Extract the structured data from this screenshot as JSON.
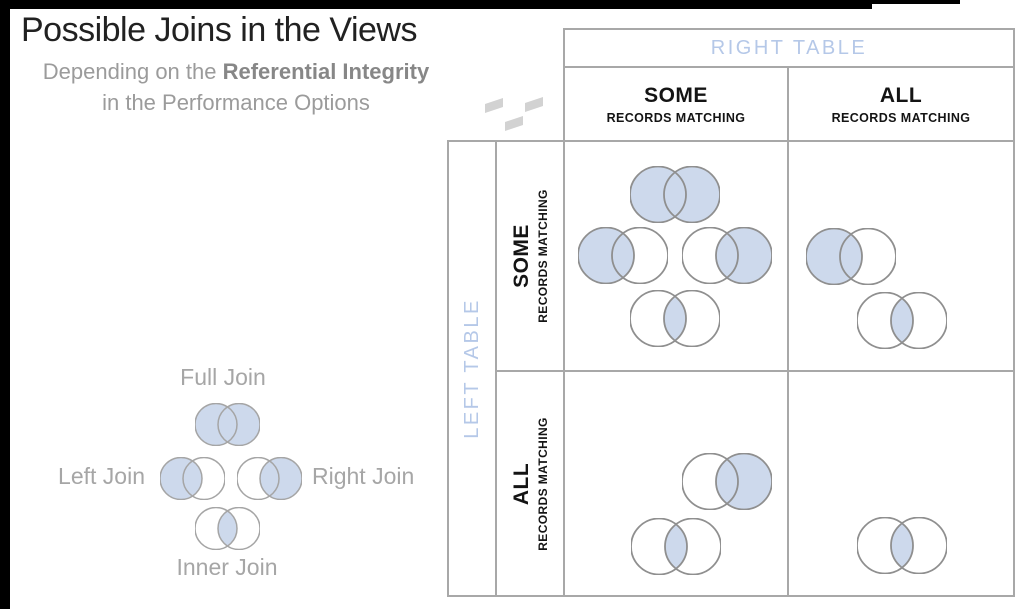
{
  "page": {
    "title": "Possible Joins in the Views",
    "subtitle_prefix": "Depending on the ",
    "subtitle_bold": "Referential Integrity",
    "subtitle_line2": "in the Performance Options"
  },
  "colors": {
    "venn_fill": "#cdd9ec",
    "venn_stroke_large": "#8f8f8f",
    "venn_stroke_small": "#a5a5a5",
    "table_border": "#a8a8a8",
    "table_label_blue": "#b5c8e8",
    "legend_gray": "#a6a6a6",
    "frame_black": "#000000",
    "logo_gray": "#d2d2d2"
  },
  "logo_icon": "slanted-dashes-logo",
  "legend": {
    "items": [
      {
        "label": "Full Join",
        "type": "full"
      },
      {
        "label": "Left Join",
        "type": "left"
      },
      {
        "label": "Right Join",
        "type": "right"
      },
      {
        "label": "Inner Join",
        "type": "inner"
      }
    ]
  },
  "matrix": {
    "right_table_label": "RIGHT TABLE",
    "left_table_label": "LEFT TABLE",
    "col_headers": [
      {
        "title": "SOME",
        "subtitle": "RECORDS MATCHING"
      },
      {
        "title": "ALL",
        "subtitle": "RECORDS MATCHING"
      }
    ],
    "row_headers": [
      {
        "title": "SOME",
        "subtitle": "RECORDS MATCHING"
      },
      {
        "title": "ALL",
        "subtitle": "RECORDS MATCHING"
      }
    ],
    "cells": [
      {
        "row": "SOME",
        "col": "SOME",
        "joins": [
          "full",
          "left",
          "right",
          "inner"
        ]
      },
      {
        "row": "SOME",
        "col": "ALL",
        "joins": [
          "left",
          "inner"
        ]
      },
      {
        "row": "ALL",
        "col": "SOME",
        "joins": [
          "right",
          "inner"
        ]
      },
      {
        "row": "ALL",
        "col": "ALL",
        "joins": [
          "inner"
        ]
      }
    ]
  }
}
